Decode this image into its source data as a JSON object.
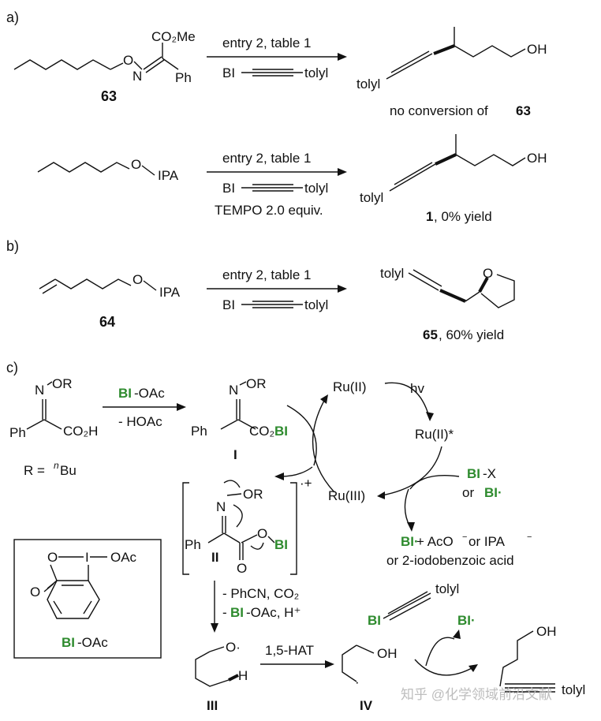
{
  "panels": {
    "a": "a)",
    "b": "b)",
    "c": "c)"
  },
  "a1": {
    "sm_label_num": "63",
    "ester": "CO₂Me",
    "ph": "Ph",
    "o": "O",
    "n": "N",
    "cond_top": "entry 2, table 1",
    "cond_bottom_bi": "BI",
    "cond_bottom_tolyl": "tolyl",
    "prod_oh": "OH",
    "prod_tolyl": "tolyl",
    "result_text": "no conversion of ",
    "result_num": "63"
  },
  "a2": {
    "sm_o": "O",
    "sm_ipa": "IPA",
    "cond_top": "entry 2, table 1",
    "cond_bi": "BI",
    "cond_tolyl": "tolyl",
    "cond_tempo": "TEMPO 2.0 equiv.",
    "prod_oh": "OH",
    "prod_tolyl": "tolyl",
    "result_num": "1",
    "result_text": ", 0% yield"
  },
  "b1": {
    "sm_o": "O",
    "sm_ipa": "IPA",
    "sm_num": "64",
    "cond_top": "entry 2, table 1",
    "cond_bi": "BI",
    "cond_tolyl": "tolyl",
    "prod_tolyl": "tolyl",
    "prod_o": "O",
    "result_num": "65",
    "result_text": ", 60% yield"
  },
  "c": {
    "sm_or": "OR",
    "sm_n": "N",
    "sm_ph": "Ph",
    "sm_co2h": "CO₂H",
    "sm_r": "R = ",
    "sm_r_sup": "n",
    "sm_r_bu": "Bu",
    "reagent_bi": "BI",
    "reagent_oac": "-OAc",
    "byproduct": "- HOAc",
    "int1_or": "OR",
    "int1_n": "N",
    "int1_ph": "Ph",
    "int1_co2": "CO₂",
    "int1_bi": "BI",
    "int1_label": "I",
    "ru2": "Ru(II)",
    "hv": "hv",
    "ru2star": "Ru(II)*",
    "ru3": "Ru(III)",
    "bix_bi": "BI",
    "bix_x": "-X",
    "bix_or": "or ",
    "bix_bi2": "BI·",
    "prod_bi": "BI·",
    "prod_text": " + AcO",
    "prod_sup1": "−",
    "prod_or": " or IPA",
    "prod_sup2": "−",
    "prod_line2": "or 2-iodobenzoic acid",
    "int2_charge": "·+",
    "int2_or": "OR",
    "int2_n": "N",
    "int2_ph": "Ph",
    "int2_o": "O",
    "int2_o2": "O",
    "int2_bi": "BI",
    "int2_label": "II",
    "loss1": "- PhCN, CO₂",
    "loss2_bi": "BI",
    "loss2_rest": "-OAc, H⁺",
    "int3_o": "O·",
    "int3_h": "H",
    "int3_label": "III",
    "hat": "1,5-HAT",
    "int4_oh": "OH",
    "int4_label": "IV",
    "alk_bi": "BI",
    "alk_tolyl": "tolyl",
    "bi_rad": "BI·",
    "final_oh": "OH",
    "final_tolyl": "tolyl",
    "box_o": "O",
    "box_i": "I",
    "box_oac": "OAc",
    "box_o2": "O",
    "box_label_bi": "BI",
    "box_label_rest": "-OAc"
  },
  "watermark": "知乎 @化学领域前沿文献"
}
